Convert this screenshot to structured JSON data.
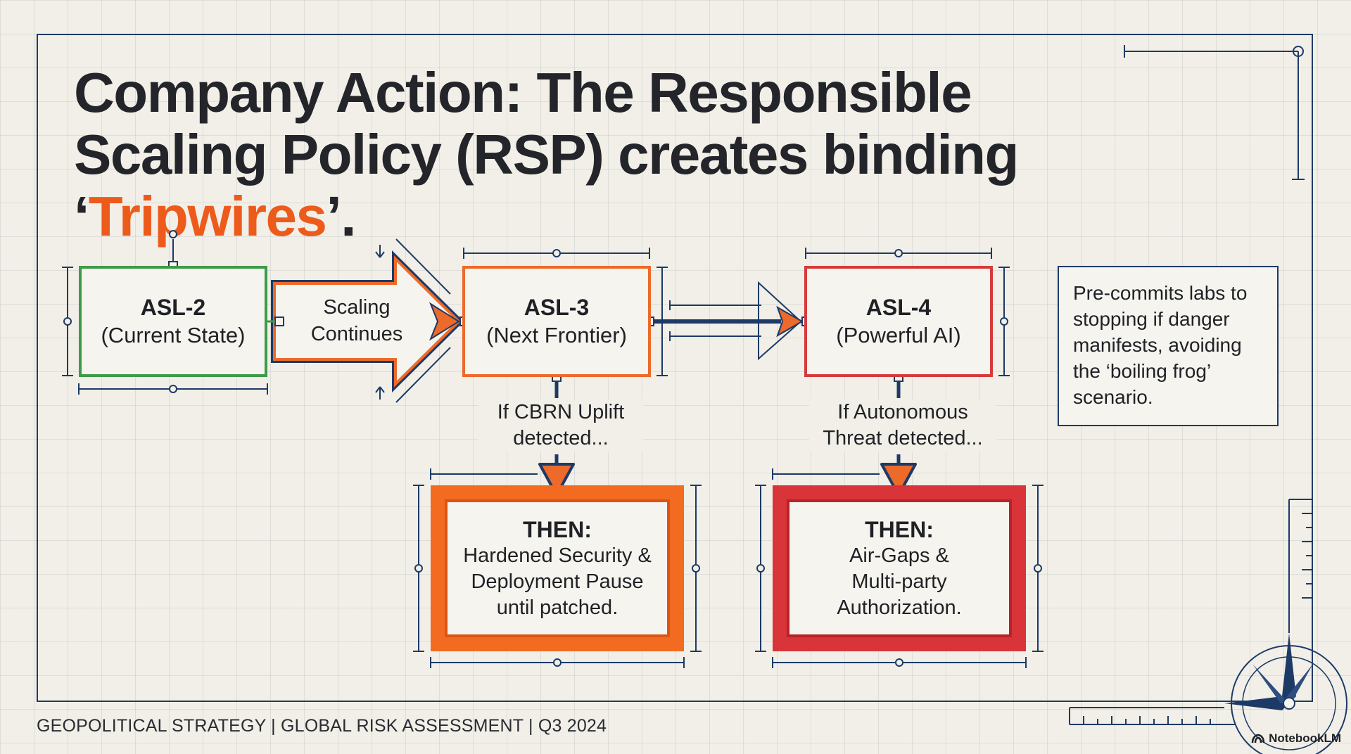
{
  "title": {
    "prefix": "Company Action: The Responsible Scaling Policy (RSP) creates binding ‘",
    "highlight": "Tripwires",
    "suffix": "’."
  },
  "nodes": {
    "asl2": {
      "heading": "ASL-2",
      "sub": "(Current State)"
    },
    "asl3": {
      "heading": "ASL-3",
      "sub": "(Next Frontier)"
    },
    "asl4": {
      "heading": "ASL-4",
      "sub": "(Powerful AI)"
    }
  },
  "transition_label": "Scaling Continues",
  "conditions": {
    "asl3": "If CBRN Uplift detected...",
    "asl4": "If Autonomous Threat detected..."
  },
  "actions": {
    "asl3": {
      "heading": "THEN:",
      "body": "Hardened Security & Deployment Pause until patched."
    },
    "asl4": {
      "heading": "THEN:",
      "body": "Air-Gaps & Multi-party Authorization."
    }
  },
  "note": "Pre-commits labs to stopping if danger manifests, avoiding the ‘boiling frog’ scenario.",
  "footer": "GEOPOLITICAL STRATEGY | GLOBAL RISK ASSESSMENT | Q3 2024",
  "brand": "NotebookLM",
  "colors": {
    "accent": "#ec5b1c",
    "navy": "#1d3a66",
    "green": "#3f9a49",
    "orange": "#f36a21",
    "red": "#d8343a",
    "background": "#f1efe7"
  },
  "icons": [
    "dimension-line-icon",
    "compass-rose-icon",
    "ruler-icon",
    "notebooklm-logo-icon"
  ]
}
